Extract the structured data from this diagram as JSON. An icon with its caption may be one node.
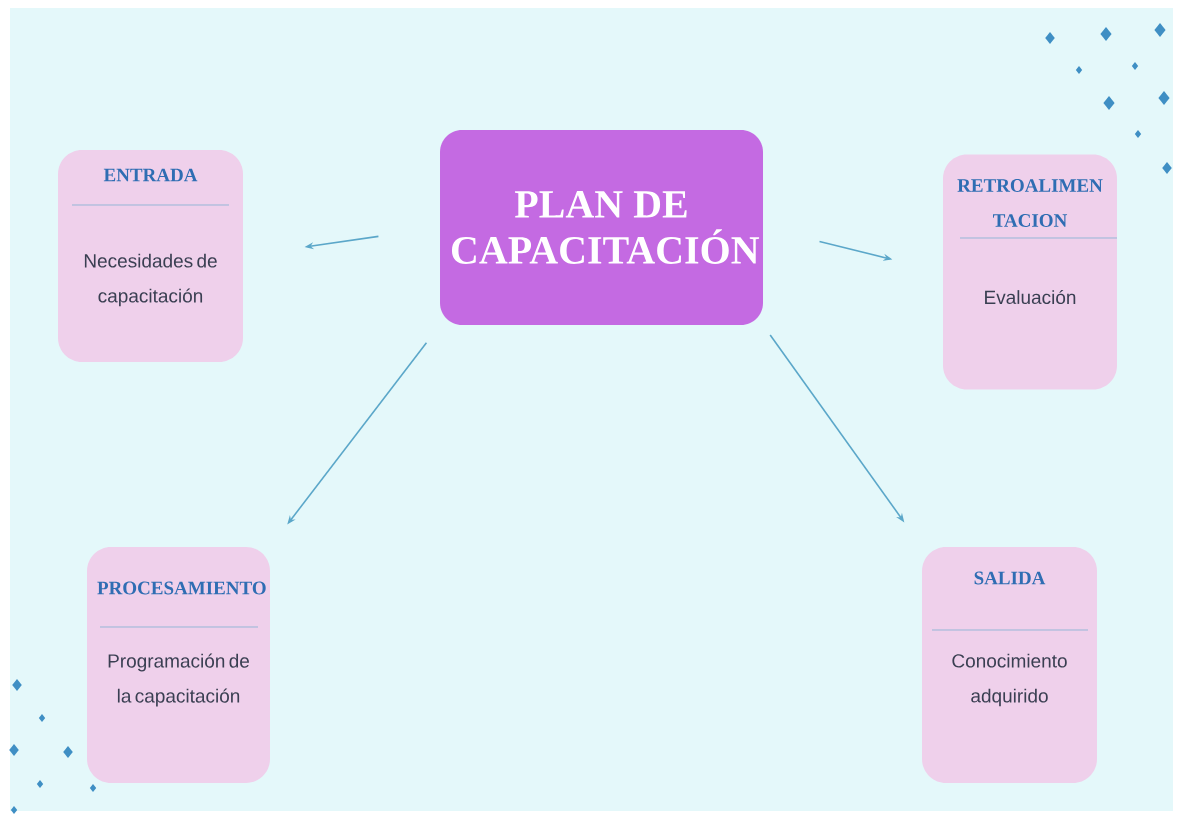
{
  "diagram": {
    "nodes": [
      {
        "text": [
          "PLAN DE CAPACITACIÓN"
        ]
      },
      {
        "text": [
          "ENTRADA",
          "Necesidades de capacitación"
        ]
      },
      {
        "text": [
          "RETROALIMEN TACION",
          "Evaluación"
        ]
      },
      {
        "text": [
          "PROCESAMIENTO",
          "Programación de la capacitación"
        ]
      },
      {
        "text": [
          "SALIDA",
          "Conocimiento adquirido"
        ]
      }
    ],
    "edges": [
      {
        "from": 0,
        "to": 1,
        "arrow": "to"
      },
      {
        "from": 0,
        "to": 2,
        "arrow": "to"
      },
      {
        "from": 0,
        "to": 3,
        "arrow": "to"
      },
      {
        "from": 0,
        "to": 4,
        "arrow": "to"
      }
    ]
  }
}
